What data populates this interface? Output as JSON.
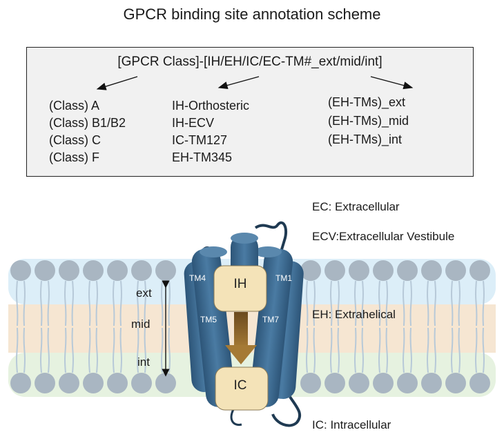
{
  "title": "GPCR binding site annotation scheme",
  "scheme": {
    "header": "[GPCR Class]-[IH/EH/IC/EC-TM#_ext/mid/int]",
    "classes": [
      "(Class) A",
      "(Class) B1/B2",
      "(Class) C",
      "(Class) F"
    ],
    "sites": [
      "IH-Orthosteric",
      "IH-ECV",
      "IC-TM127",
      "EH-TM345"
    ],
    "depths": [
      "(EH-TMs)_ext",
      "(EH-TMs)_mid",
      "(EH-TMs)_int"
    ]
  },
  "legend": {
    "ec": "EC: Extracellular",
    "ecv": "ECV:Extracellular Vestibule",
    "eh": "EH: Extrahelical",
    "ic": "IC: Intracellular"
  },
  "membrane_depth": {
    "ext": "ext",
    "mid": "mid",
    "int": "int"
  },
  "helices": {
    "tm4": "TM4",
    "tm1": "TM1",
    "tm5": "TM5",
    "tm7": "TM7"
  },
  "pockets": {
    "ih": "IH",
    "ic": "IC"
  },
  "colors": {
    "helix": "#3d6a8f",
    "helix_dark": "#2b4f6e",
    "lipid_head": "#a9b6c2",
    "pocket": "#f4e3b8",
    "arrow": "#9a6a25",
    "band_top": "#dceef8",
    "band_mid": "#f6e6d2",
    "band_bottom": "#e6f2e0"
  }
}
